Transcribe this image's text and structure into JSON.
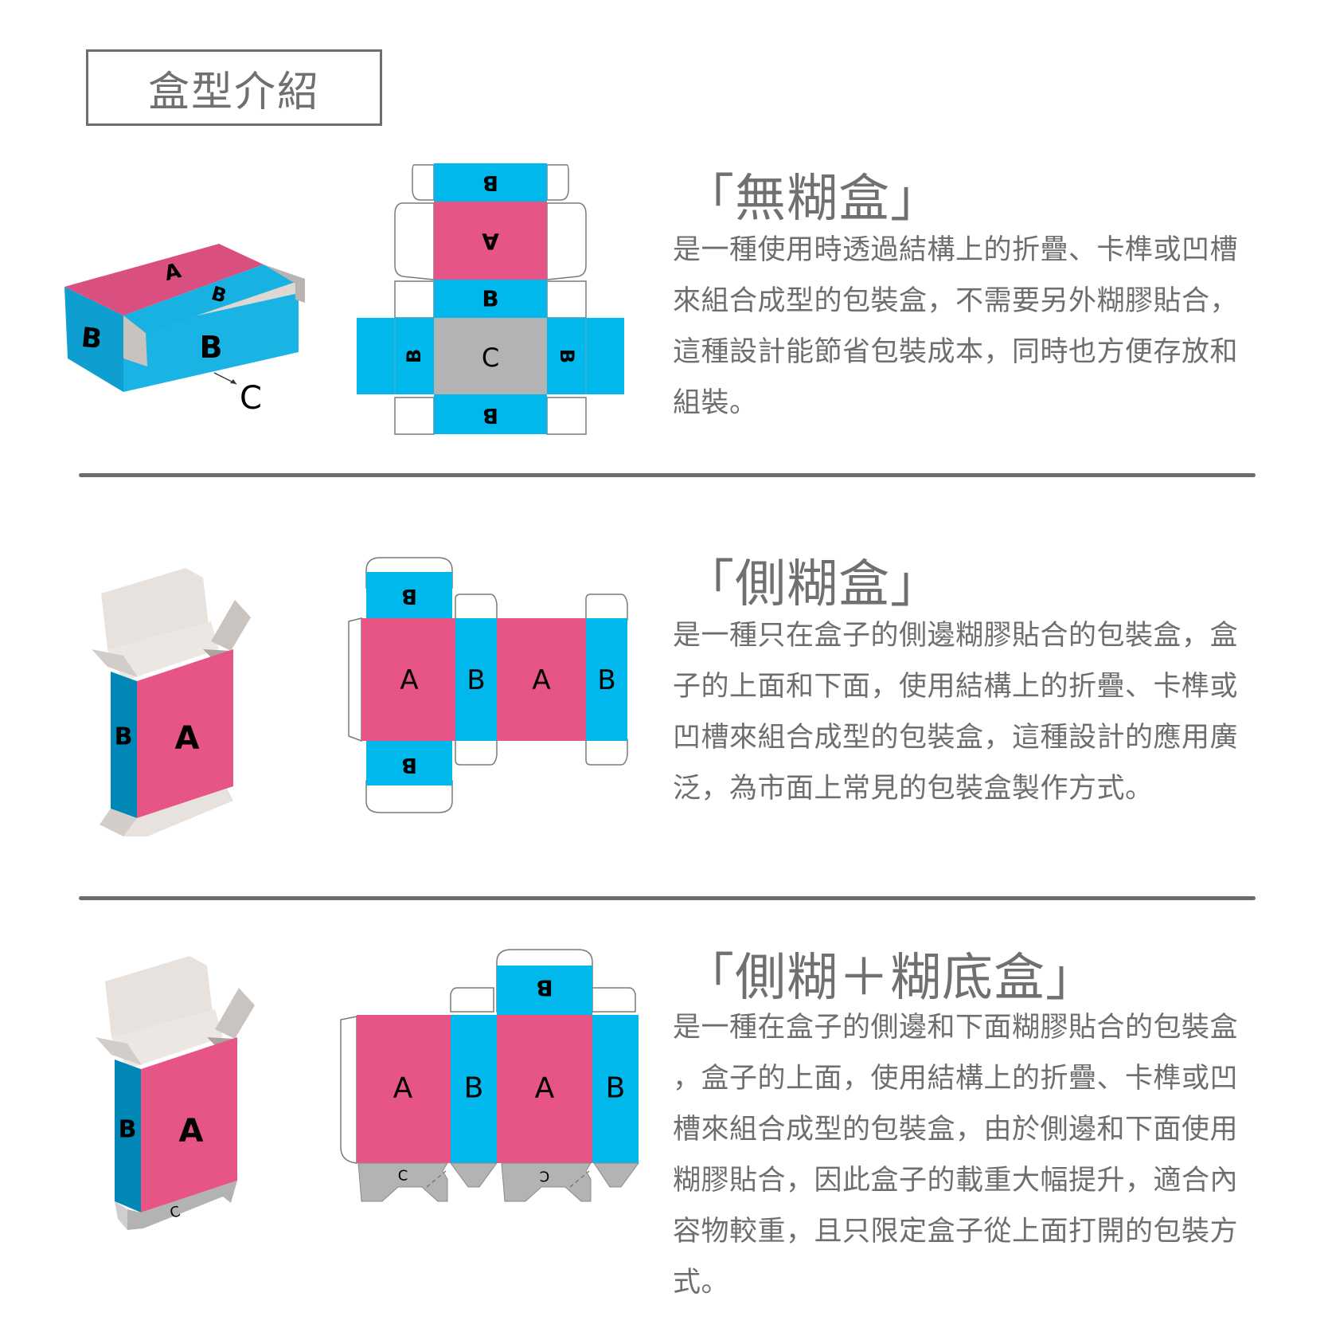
{
  "page_title": "盒型介紹",
  "colors": {
    "pink": "#e75486",
    "cyan": "#00b8ec",
    "dark_cyan": "#0087b5",
    "gray_c": "#b3b3b3",
    "paper": "#e6e1dc",
    "text": "#6e6e6e",
    "divider": "#6c6c6c"
  },
  "sections": [
    {
      "heading": "「無糊盒」",
      "body_lines": [
        "是一種使用時透過結構上的折疊、卡榫或凹槽",
        "來組合成型的包裝盒，不需要另外糊膠貼合，",
        "這種設計能節省包裝成本，同時也方便存放和",
        "組裝。"
      ],
      "box3d": {
        "top_label": "A",
        "top_flap_label": "B",
        "front_label": "B",
        "side_label": "B",
        "callout_label": "C"
      },
      "dieline": {
        "labels": [
          "B",
          "A",
          "B",
          "C",
          "B",
          "B",
          "B"
        ]
      }
    },
    {
      "heading": "「側糊盒」",
      "body_lines": [
        "是一種只在盒子的側邊糊膠貼合的包裝盒，盒",
        "子的上面和下面，使用結構上的折疊、卡榫或",
        "凹槽來組合成型的包裝盒，這種設計的應用廣",
        "泛，為市面上常見的包裝盒製作方式。"
      ],
      "box3d": {
        "front_label": "A",
        "side_label": "B"
      },
      "dieline": {
        "panels": [
          "A",
          "B",
          "A",
          "B"
        ],
        "top_flap": "B",
        "bottom_flap": "B"
      }
    },
    {
      "heading": "「側糊＋糊底盒」",
      "body_lines": [
        "是一種在盒子的側邊和下面糊膠貼合的包裝盒",
        "，盒子的上面，使用結構上的折疊、卡榫或凹",
        "槽來組合成型的包裝盒，由於側邊和下面使用",
        "糊膠貼合，因此盒子的載重大幅提升，適合內",
        "容物較重，且只限定盒子從上面打開的包裝方",
        "式。"
      ],
      "box3d": {
        "front_label": "A",
        "side_label": "B",
        "bottom_label": "C"
      },
      "dieline": {
        "panels": [
          "A",
          "B",
          "A",
          "B"
        ],
        "top_flap": "B",
        "bottom_labels": [
          "C",
          "C"
        ]
      }
    }
  ]
}
